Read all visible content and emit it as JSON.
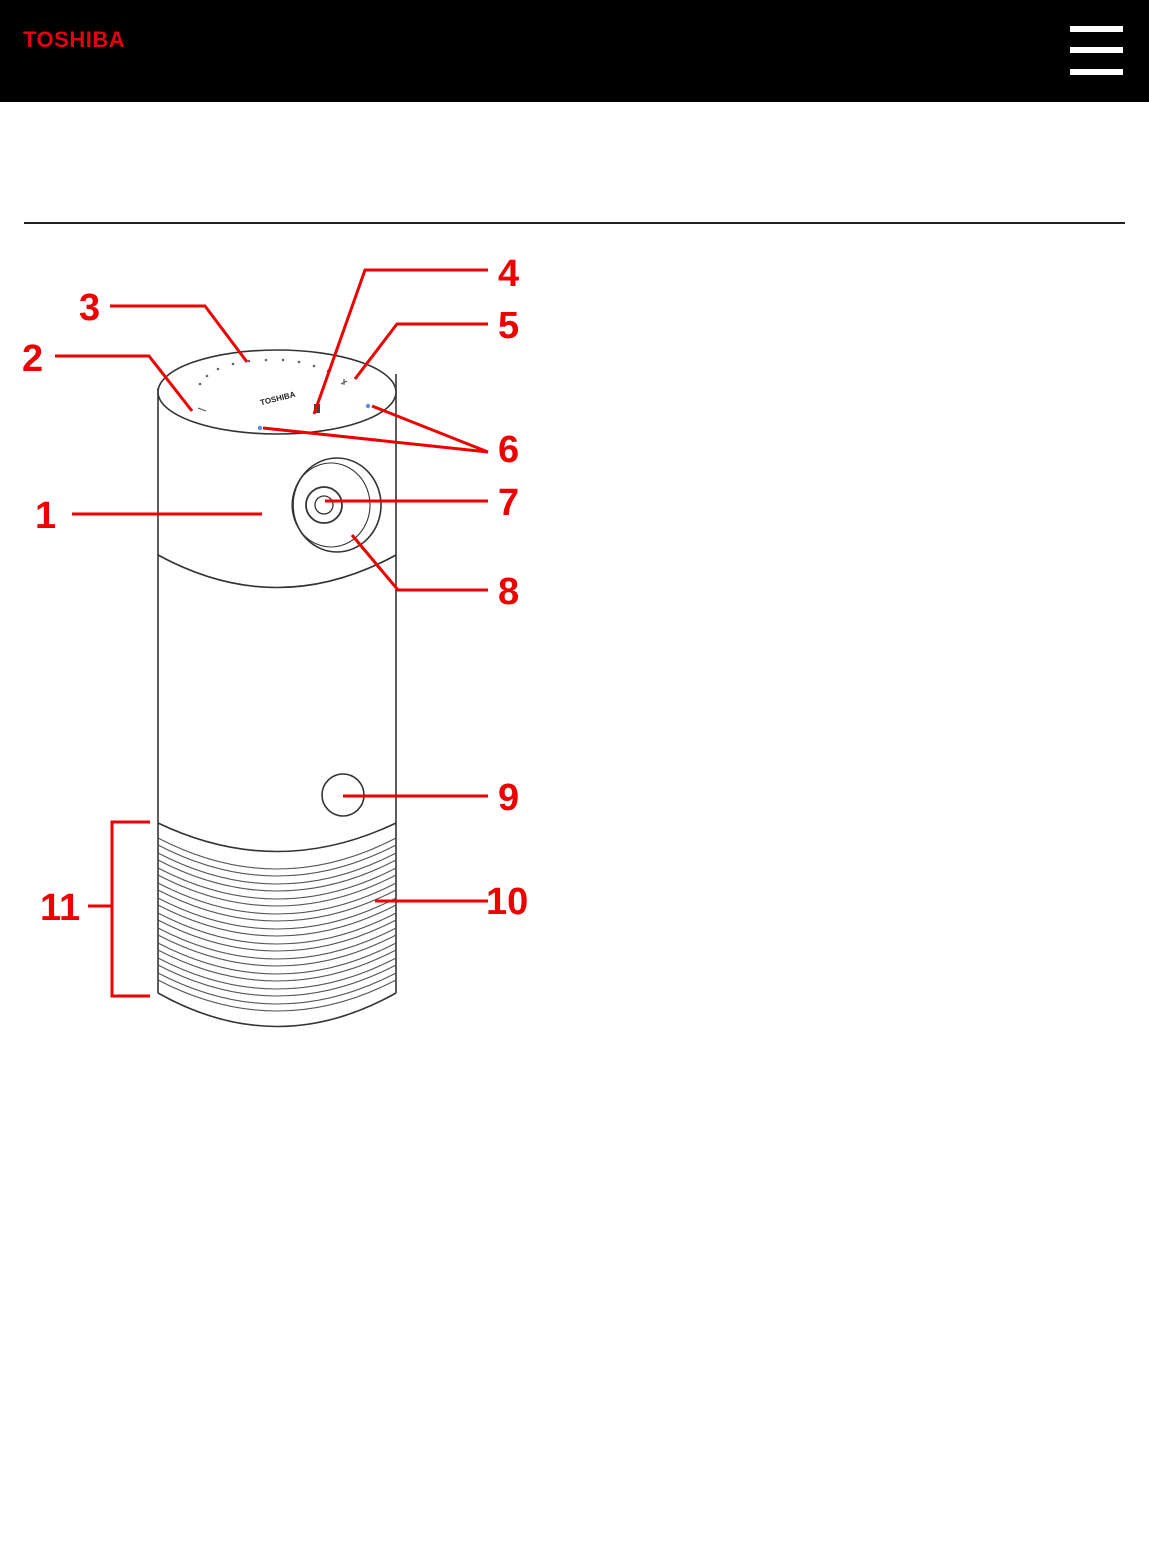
{
  "header": {
    "logo_text": "TOSHIBA",
    "logo_color": "#e60012",
    "background": "#000000",
    "menu_icon": "hamburger-menu-icon"
  },
  "diagram": {
    "device": "cylindrical camera speaker",
    "top_logo_text": "TOSHIBA",
    "callout_color": "#ee0000",
    "callouts": [
      "1",
      "2",
      "3",
      "4",
      "5",
      "6",
      "7",
      "8",
      "9",
      "10",
      "11"
    ]
  }
}
